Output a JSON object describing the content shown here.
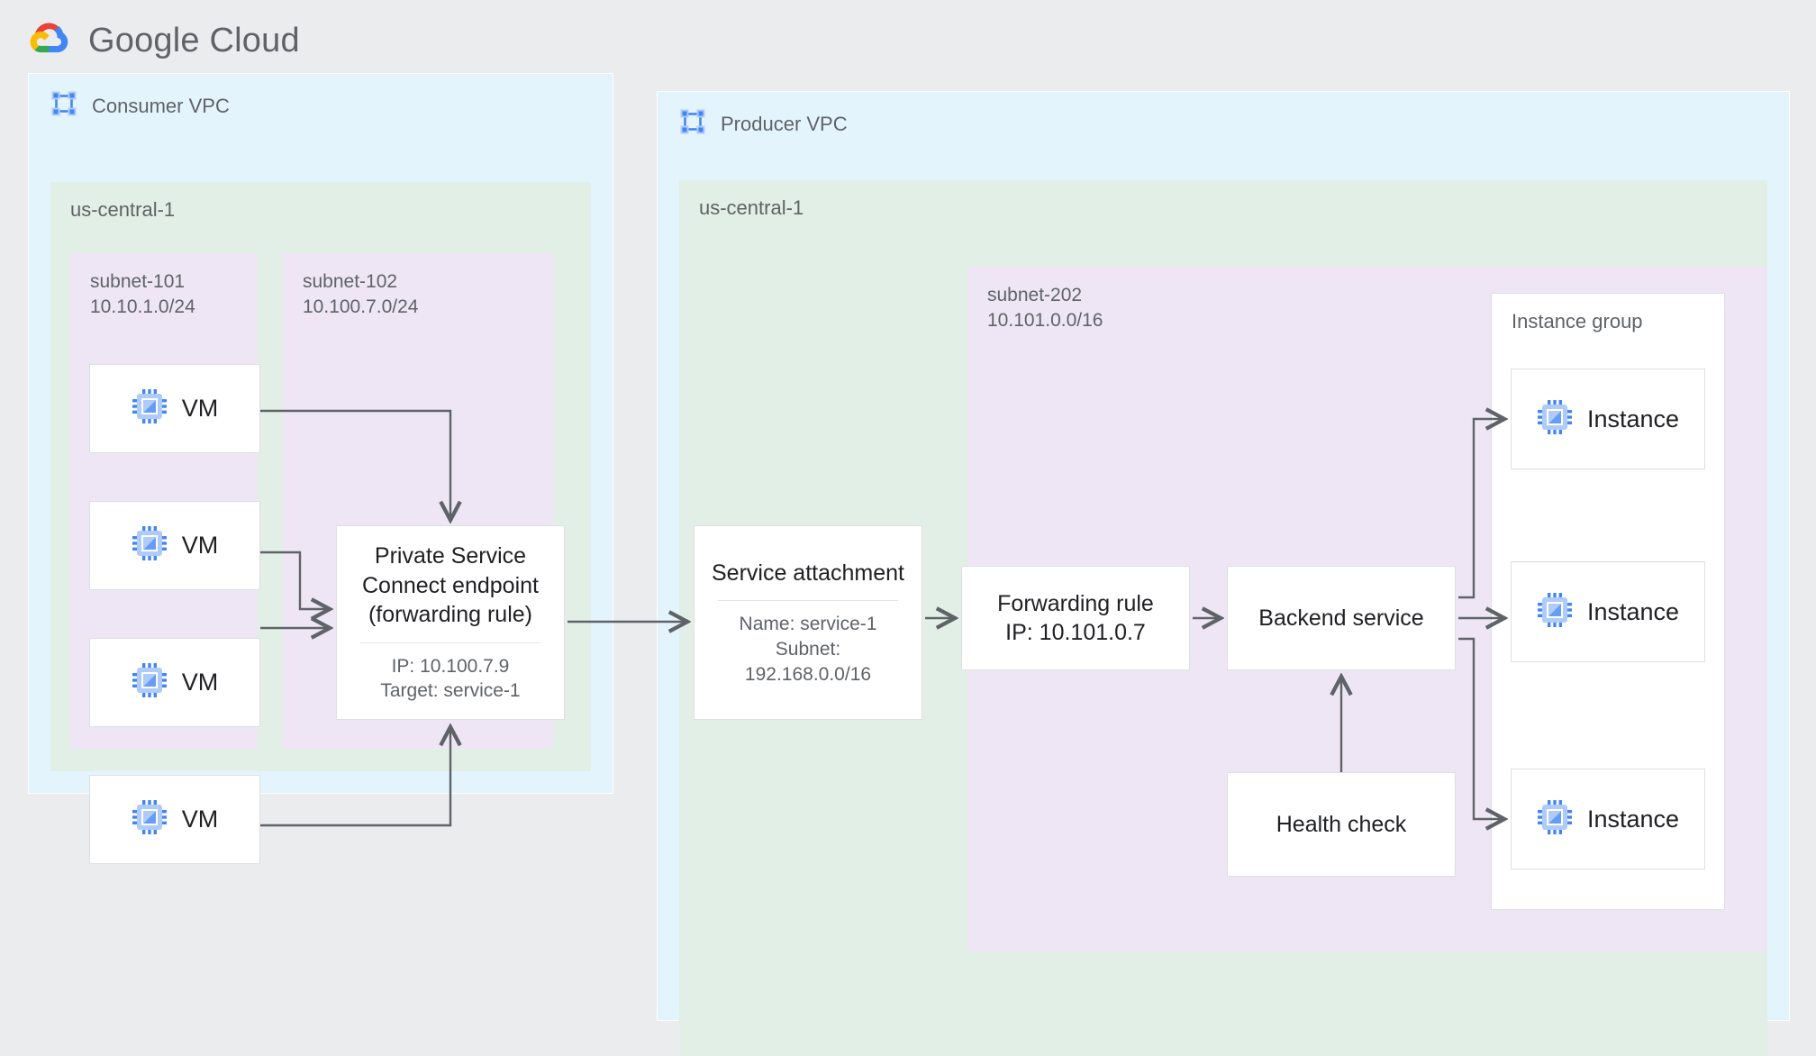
{
  "brand": {
    "name": "Google Cloud",
    "logo_icon": "google-cloud-logo"
  },
  "colors": {
    "page_bg": "#eaecee",
    "vpc_bg": "#e4f4fd",
    "region_bg": "#e2efe6",
    "subnet_bg": "#eee6f5",
    "card_bg": "#ffffff",
    "card_border": "#dcdfe3",
    "wire": "#5f6368",
    "text_primary": "#202124",
    "text_secondary": "#5f6368",
    "icon_blue": "#4285f4",
    "icon_blue_light": "#aecbfa"
  },
  "consumer": {
    "vpc_label": "Consumer VPC",
    "vpc_icon": "vpc-icon",
    "region_label": "us-central-1",
    "subnets": [
      {
        "name": "subnet-101",
        "cidr": "10.10.1.0/24"
      },
      {
        "name": "subnet-102",
        "cidr": "10.100.7.0/24"
      }
    ],
    "vms": [
      {
        "label": "VM",
        "icon": "vm-chip-icon"
      },
      {
        "label": "VM",
        "icon": "vm-chip-icon"
      },
      {
        "label": "VM",
        "icon": "vm-chip-icon"
      },
      {
        "label": "VM",
        "icon": "vm-chip-icon"
      }
    ],
    "endpoint": {
      "title": "Private Service\nConnect endpoint\n(forwarding rule)",
      "title_lines": [
        "Private Service",
        "Connect endpoint",
        "(forwarding rule)"
      ],
      "meta_lines": [
        "IP: 10.100.7.9",
        "Target: service-1"
      ]
    }
  },
  "producer": {
    "vpc_label": "Producer VPC",
    "vpc_icon": "vpc-icon",
    "region_label": "us-central-1",
    "subnet": {
      "name": "subnet-202",
      "cidr": "10.101.0.0/16"
    },
    "service_attachment": {
      "title": "Service attachment",
      "meta_lines": [
        "Name: service-1",
        "Subnet:",
        "192.168.0.0/16"
      ]
    },
    "forwarding_rule": {
      "lines": [
        "Forwarding rule",
        "IP: 10.101.0.7"
      ]
    },
    "backend_service": {
      "label": "Backend service"
    },
    "health_check": {
      "label": "Health check"
    },
    "instance_group": {
      "label": "Instance group",
      "instances": [
        {
          "label": "Instance",
          "icon": "vm-chip-icon"
        },
        {
          "label": "Instance",
          "icon": "vm-chip-icon"
        },
        {
          "label": "Instance",
          "icon": "vm-chip-icon"
        }
      ]
    }
  },
  "connections": [
    {
      "from": "vm-1",
      "to": "psc-endpoint-top"
    },
    {
      "from": "vm-2",
      "to": "psc-endpoint-left"
    },
    {
      "from": "vm-3",
      "to": "psc-endpoint-left"
    },
    {
      "from": "vm-4",
      "to": "psc-endpoint-bottom"
    },
    {
      "from": "psc-endpoint",
      "to": "service-attachment"
    },
    {
      "from": "service-attachment",
      "to": "forwarding-rule"
    },
    {
      "from": "forwarding-rule",
      "to": "backend-service"
    },
    {
      "from": "backend-service",
      "to": "instance-1"
    },
    {
      "from": "backend-service",
      "to": "instance-2"
    },
    {
      "from": "backend-service",
      "to": "instance-3"
    },
    {
      "from": "health-check",
      "to": "backend-service"
    }
  ]
}
